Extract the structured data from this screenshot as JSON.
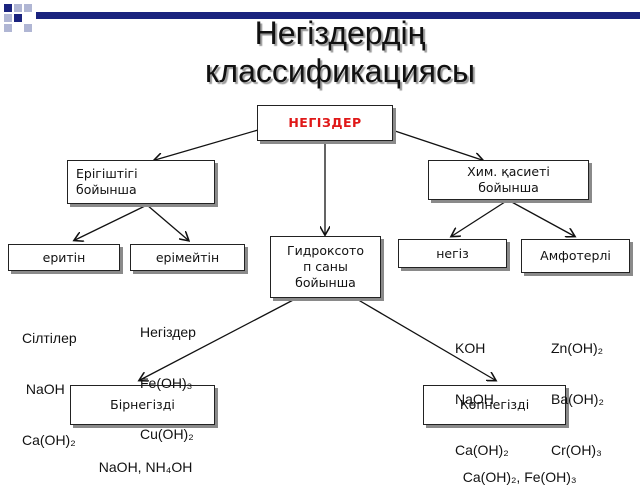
{
  "title_lines": [
    "Негіздердің",
    "классификациясы"
  ],
  "nodes": {
    "root": "НЕГІЗДЕР",
    "solubility": [
      "Ерігіштігі",
      "бойынша"
    ],
    "chem": [
      "Хим. қасиеті",
      "бойынша"
    ],
    "hydroxo": [
      "Гидроксото",
      "п саны",
      "бойынша"
    ],
    "soluble": "еритін",
    "insoluble": "ерімейтін",
    "base": "негіз",
    "amphoteric": "Амфотерлі",
    "monoacid": "Бірнегізді",
    "polyacid": "Көпнегізді"
  },
  "texts": {
    "alkali_lines": [
      "Сілтілер",
      " NaOH",
      "Ca(OH)₂"
    ],
    "insoluble_lines": [
      "Негіздер",
      "Fe(OH)₃",
      "Cu(OH)₂"
    ],
    "base_lines": [
      "KOH",
      "NaOH",
      "Ca(OH)₂"
    ],
    "amph_lines": [
      "Zn(OH)₂",
      "Ba(OH)₂",
      "Cr(OH)₃"
    ],
    "mono_example": "NaOH, NH₄OH",
    "poly_example": "Ca(OH)₂, Fe(OH)₃"
  },
  "colors": {
    "accent": "#1a237e",
    "root_text": "#e01818",
    "square_light": "#b0b6d4"
  }
}
